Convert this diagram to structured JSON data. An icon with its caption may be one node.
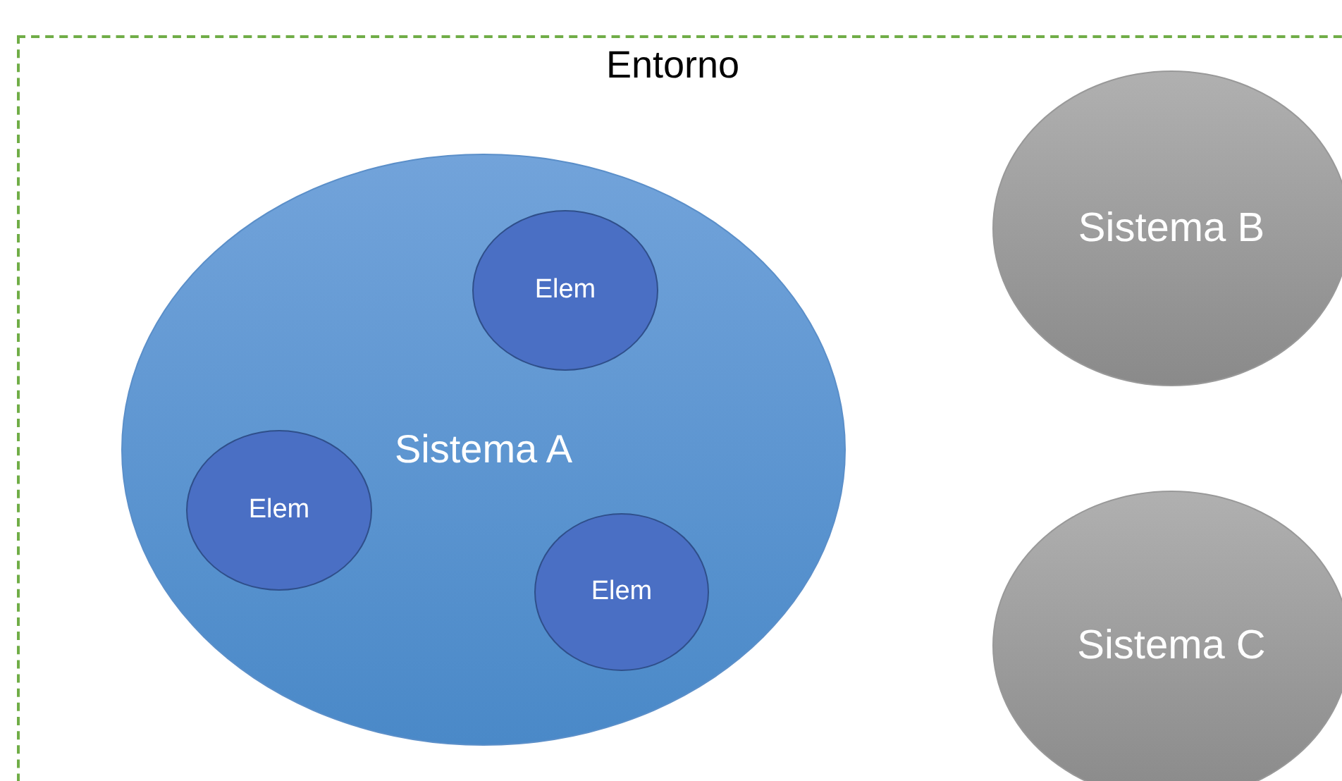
{
  "diagram": {
    "nodes": [
      {
        "text": [
          "Entorno"
        ]
      },
      {
        "text": [
          "Sistema A"
        ],
        "in": 0
      },
      {
        "text": [
          "Elem"
        ],
        "in": 1
      },
      {
        "text": [
          "Elem"
        ],
        "in": 1
      },
      {
        "text": [
          "Elem"
        ],
        "in": 1
      },
      {
        "text": [
          "Sistema B"
        ],
        "in": 0
      },
      {
        "text": [
          "Sistema C"
        ],
        "in": 0
      }
    ]
  }
}
